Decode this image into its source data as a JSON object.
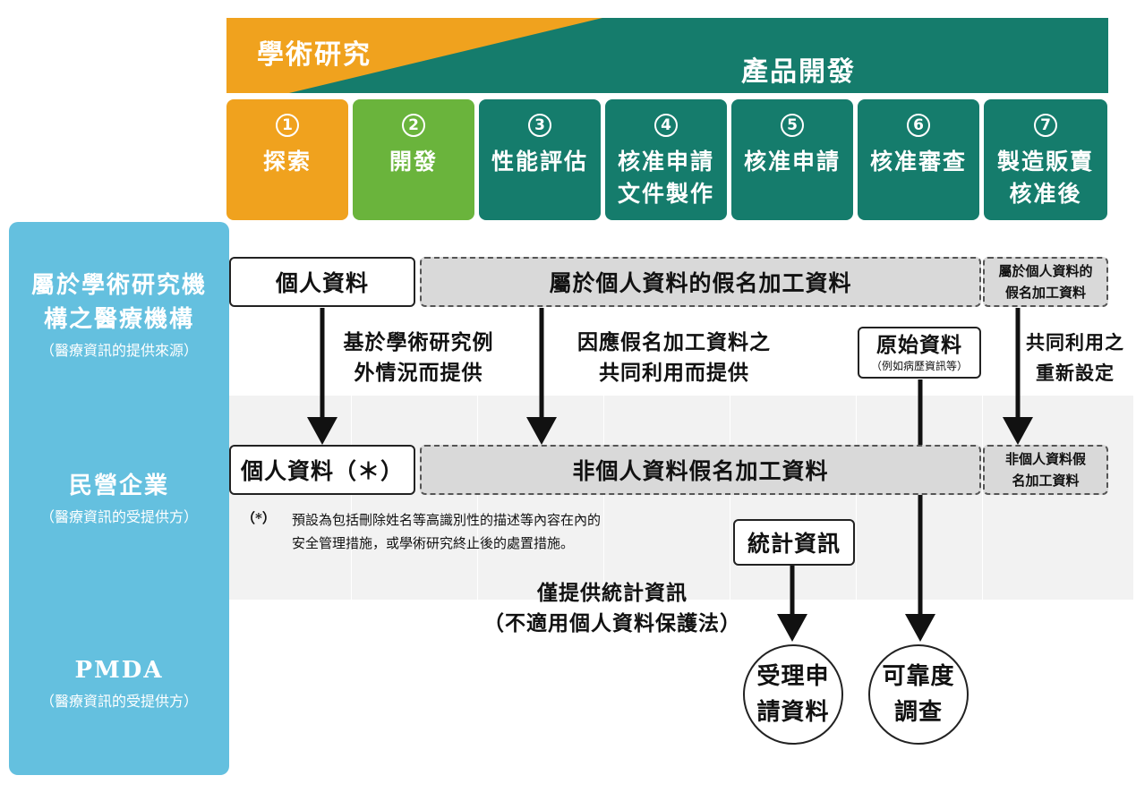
{
  "banner": {
    "academic": "學術研究",
    "product": "產品開發"
  },
  "stages": [
    {
      "num": "1",
      "label": "探索"
    },
    {
      "num": "2",
      "label": "開發"
    },
    {
      "num": "3",
      "label": "性能評估"
    },
    {
      "num": "4",
      "label": "核准申請\n文件製作"
    },
    {
      "num": "5",
      "label": "核准申請"
    },
    {
      "num": "6",
      "label": "核准審查"
    },
    {
      "num": "7",
      "label": "製造販賣\n核准後"
    }
  ],
  "rows": [
    {
      "title": "屬於學術研究機\n構之醫療機構",
      "subtitle": "（醫療資訊的提供來源）"
    },
    {
      "title": "民營企業",
      "subtitle": "（醫療資訊的受提供方）"
    },
    {
      "title": "PMDA",
      "subtitle": "（醫療資訊的受提供方）"
    }
  ],
  "boxes": {
    "personal": "個人資料",
    "pseudo": "屬於個人資料的假名加工資料",
    "pseudo_small": "屬於個人資料的\n假名加工資料",
    "original_title": "原始資料",
    "original_sub": "（例如病歷資訊等）",
    "personal_star": "個人資料（＊）",
    "nonpersonal_pseudo": "非個人資料假名加工資料",
    "nonpersonal_small": "非個人資料假\n名加工資料",
    "stats": "統計資訊"
  },
  "notes": {
    "academic_exception": "基於學術研究例\n外情況而提供",
    "joint_use": "因應假名加工資料之\n共同利用而提供",
    "reset": "共同利用之\n重新設定",
    "footnote_mark": "（*）",
    "footnote": "預設為包括刪除姓名等高識別性的描述等內容在內的\n安全管理措施，或學術研究終止後的處置措施。",
    "stats_only": "僅提供統計資訊\n（不適用個人資料保護法）"
  },
  "circles": {
    "application": "受理申\n請資料",
    "reliability": "可靠度\n調查"
  },
  "colors": {
    "orange": "#f0a21e",
    "green": "#6ab43c",
    "teal": "#157c6c",
    "sidebar": "#64c0df",
    "band": "#f2f2f2",
    "dashed_fill": "#d9d9d9"
  }
}
